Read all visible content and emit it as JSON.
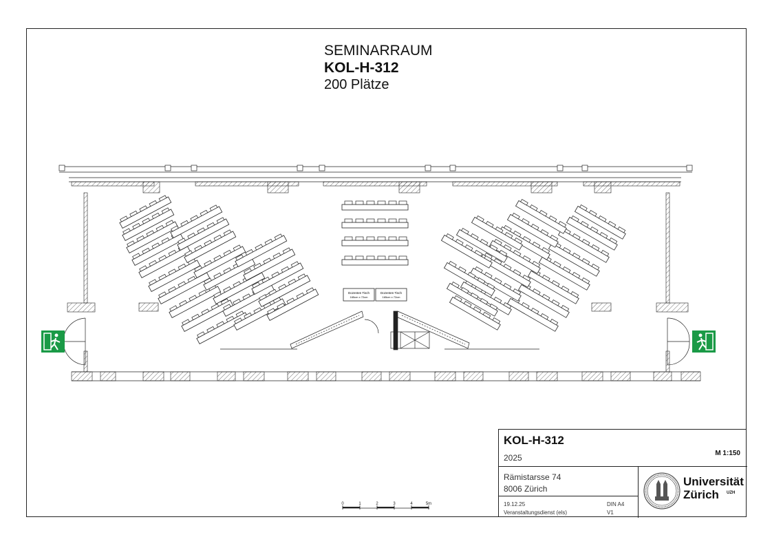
{
  "title": {
    "line1": "SEMINARRAUM",
    "line2": "KOL-H-312",
    "line3": "200 Plätze"
  },
  "plan": {
    "lectern_left": {
      "line1": "Dozenten Tisch",
      "line2": "165cm x 72cm"
    },
    "lectern_right": {
      "line1": "Dozenten Tisch",
      "line2": "165cm x 72cm"
    },
    "exit_sign_icon": "emergency-exit-running-man-icon",
    "exit_color": "#1a9a46",
    "scale_labels": [
      "0",
      "1",
      "2",
      "3",
      "4",
      "5m"
    ]
  },
  "infobox": {
    "room": "KOL-H-312",
    "year": "2025",
    "scale": "M 1:150",
    "street": "Rämistarsse 74",
    "city": "8006 Zürich",
    "date": "19.12.25",
    "department": "Veranstaltungsdienst (els)",
    "format": "DIN A4",
    "version": "V1",
    "university_line1": "Universität",
    "university_line2": "Zürich",
    "university_abbr": "UZH",
    "logo_icon": "uzh-seal-icon"
  }
}
